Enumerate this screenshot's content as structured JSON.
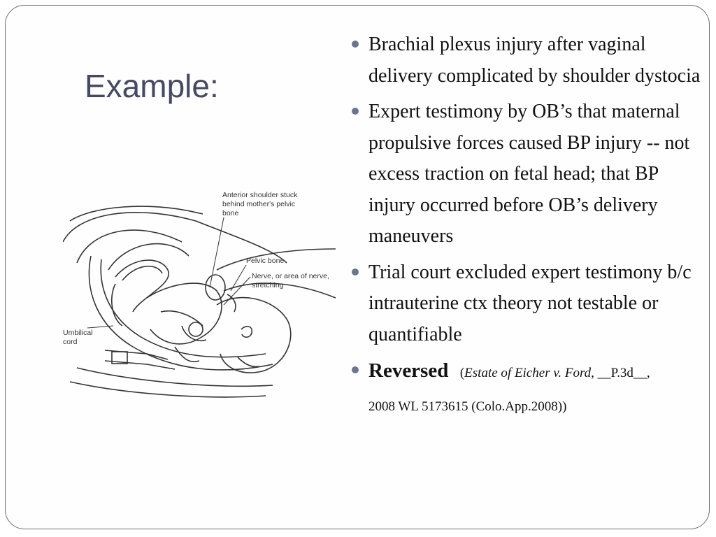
{
  "slide": {
    "title": "Example:",
    "bullets": [
      {
        "text": "Brachial plexus injury after vaginal delivery complicated by shoulder dystocia"
      },
      {
        "text": "Expert testimony by OB’s that maternal propulsive forces caused BP injury -- not excess traction on fetal head; that BP injury occurred before OB’s delivery maneuvers"
      },
      {
        "text": "Trial court excluded expert testimony b/c intrauterine ctx theory not testable or quantifiable"
      }
    ],
    "last_bullet": {
      "strong": "Reversed",
      "cite_open": "(",
      "case_name": "Estate of Eicher v. Ford",
      "cite_rest_1": ", __P.3d__,",
      "cite_rest_2": "2008 WL 5173615 (Colo.App.2008))"
    }
  },
  "figure": {
    "labels": {
      "anterior_1": "Anterior shoulder stuck",
      "anterior_2": "behind mother's pelvic",
      "anterior_3": "bone",
      "pelvic_bone": "Pelvic bone",
      "nerve_1": "Nerve, or area of nerve,",
      "nerve_2": "stretching",
      "umbilical_1": "Umbilical",
      "umbilical_2": "cord"
    }
  }
}
